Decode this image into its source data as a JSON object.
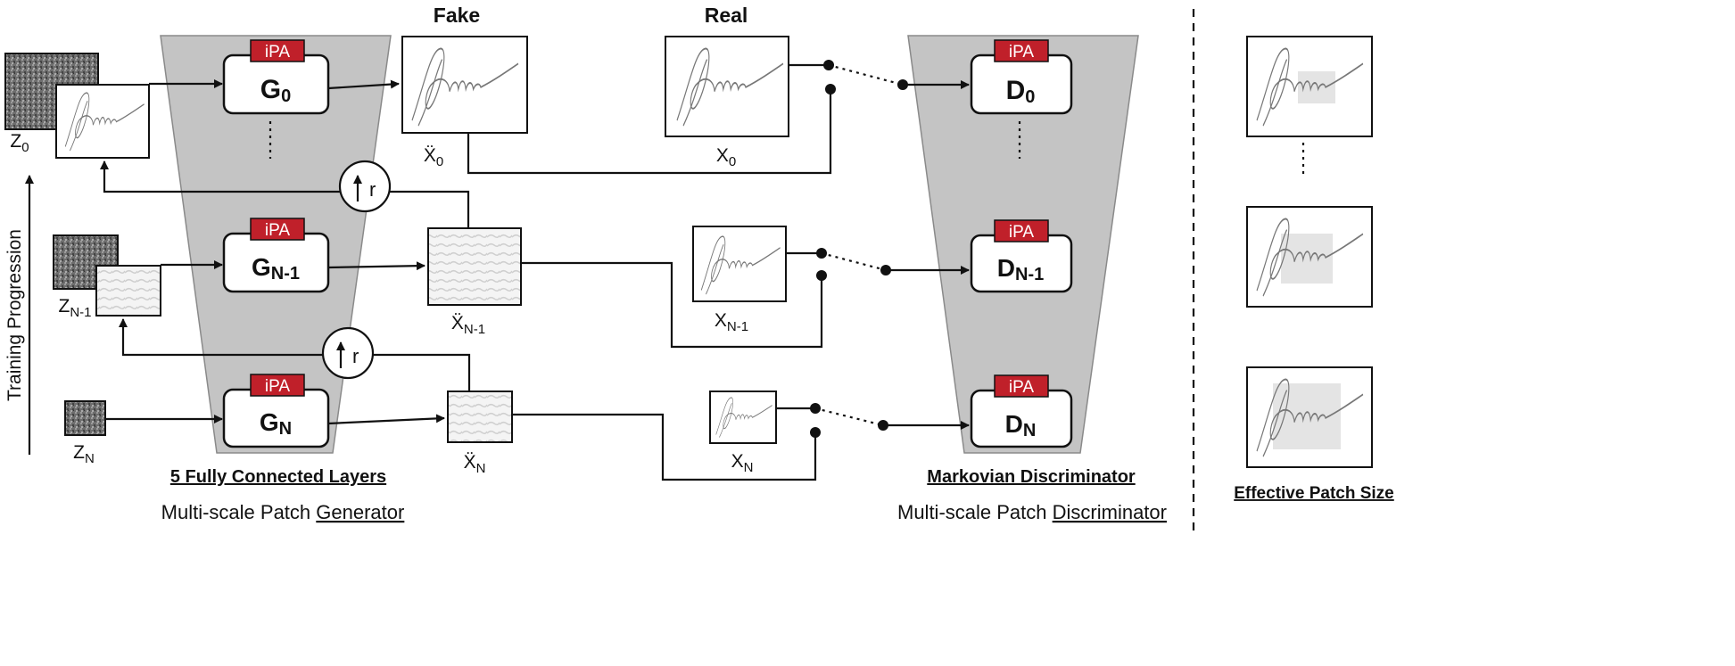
{
  "colors": {
    "trapezoid_fill": "#c4c4c4",
    "ipa_badge": "#c0202a",
    "noise_fill": "#6e6e6e",
    "patch_highlight": "#e4e4e4"
  },
  "headings": {
    "fake": "Fake",
    "real": "Real"
  },
  "badge": "iPA",
  "generators": {
    "g0": {
      "main": "G",
      "sub": "0"
    },
    "gn1": {
      "main": "G",
      "sub": "N-1"
    },
    "gn": {
      "main": "G",
      "sub": "N"
    }
  },
  "discriminators": {
    "d0": {
      "main": "D",
      "sub": "0"
    },
    "dn1": {
      "main": "D",
      "sub": "N-1"
    },
    "dn": {
      "main": "D",
      "sub": "N"
    }
  },
  "noise_labels": {
    "z0": {
      "main": "Z",
      "sub": "0"
    },
    "zn1": {
      "main": "Z",
      "sub": "N-1"
    },
    "zn": {
      "main": "Z",
      "sub": "N"
    }
  },
  "fake_labels": {
    "x0": {
      "main": "Ẍ",
      "sub": "0"
    },
    "xn1": {
      "main": "Ẍ",
      "sub": "N-1"
    },
    "xn": {
      "main": "Ẍ",
      "sub": "N"
    }
  },
  "real_labels": {
    "x0": {
      "main": "X",
      "sub": "0"
    },
    "xn1": {
      "main": "X",
      "sub": "N-1"
    },
    "xn": {
      "main": "X",
      "sub": "N"
    }
  },
  "upsample": {
    "symbol": "r"
  },
  "training_axis": "Training Progression",
  "generator_captions": {
    "layers": "5 Fully Connected Layers",
    "title_prefix": "Multi-scale Patch ",
    "title_underlined": "Generator"
  },
  "discriminator_captions": {
    "type": "Markovian Discriminator",
    "title_prefix": "Multi-scale Patch ",
    "title_underlined": "Discriminator"
  },
  "patch_caption": "Effective Patch Size"
}
